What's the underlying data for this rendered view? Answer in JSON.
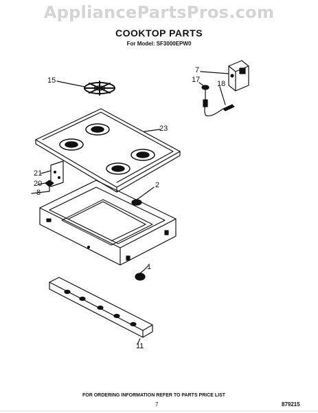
{
  "watermark": "AppliancePartsPros.com",
  "title": "COOKTOP PARTS",
  "subtitle": "For Model: SF3000EPW0",
  "callouts": {
    "c15": "15",
    "c7": "7",
    "c17": "17",
    "c18": "18",
    "c23": "23",
    "c21": "21",
    "c20": "20",
    "c8": "8",
    "c2": "2",
    "c1": "1",
    "c11": "11"
  },
  "footer": {
    "ordering_note": "FOR ORDERING INFORMATION REFER TO PARTS PRICE LIST",
    "page_number": "7",
    "document_number": "879215"
  },
  "colors": {
    "ink": "#111111",
    "watermark": "#d4d4d4"
  }
}
